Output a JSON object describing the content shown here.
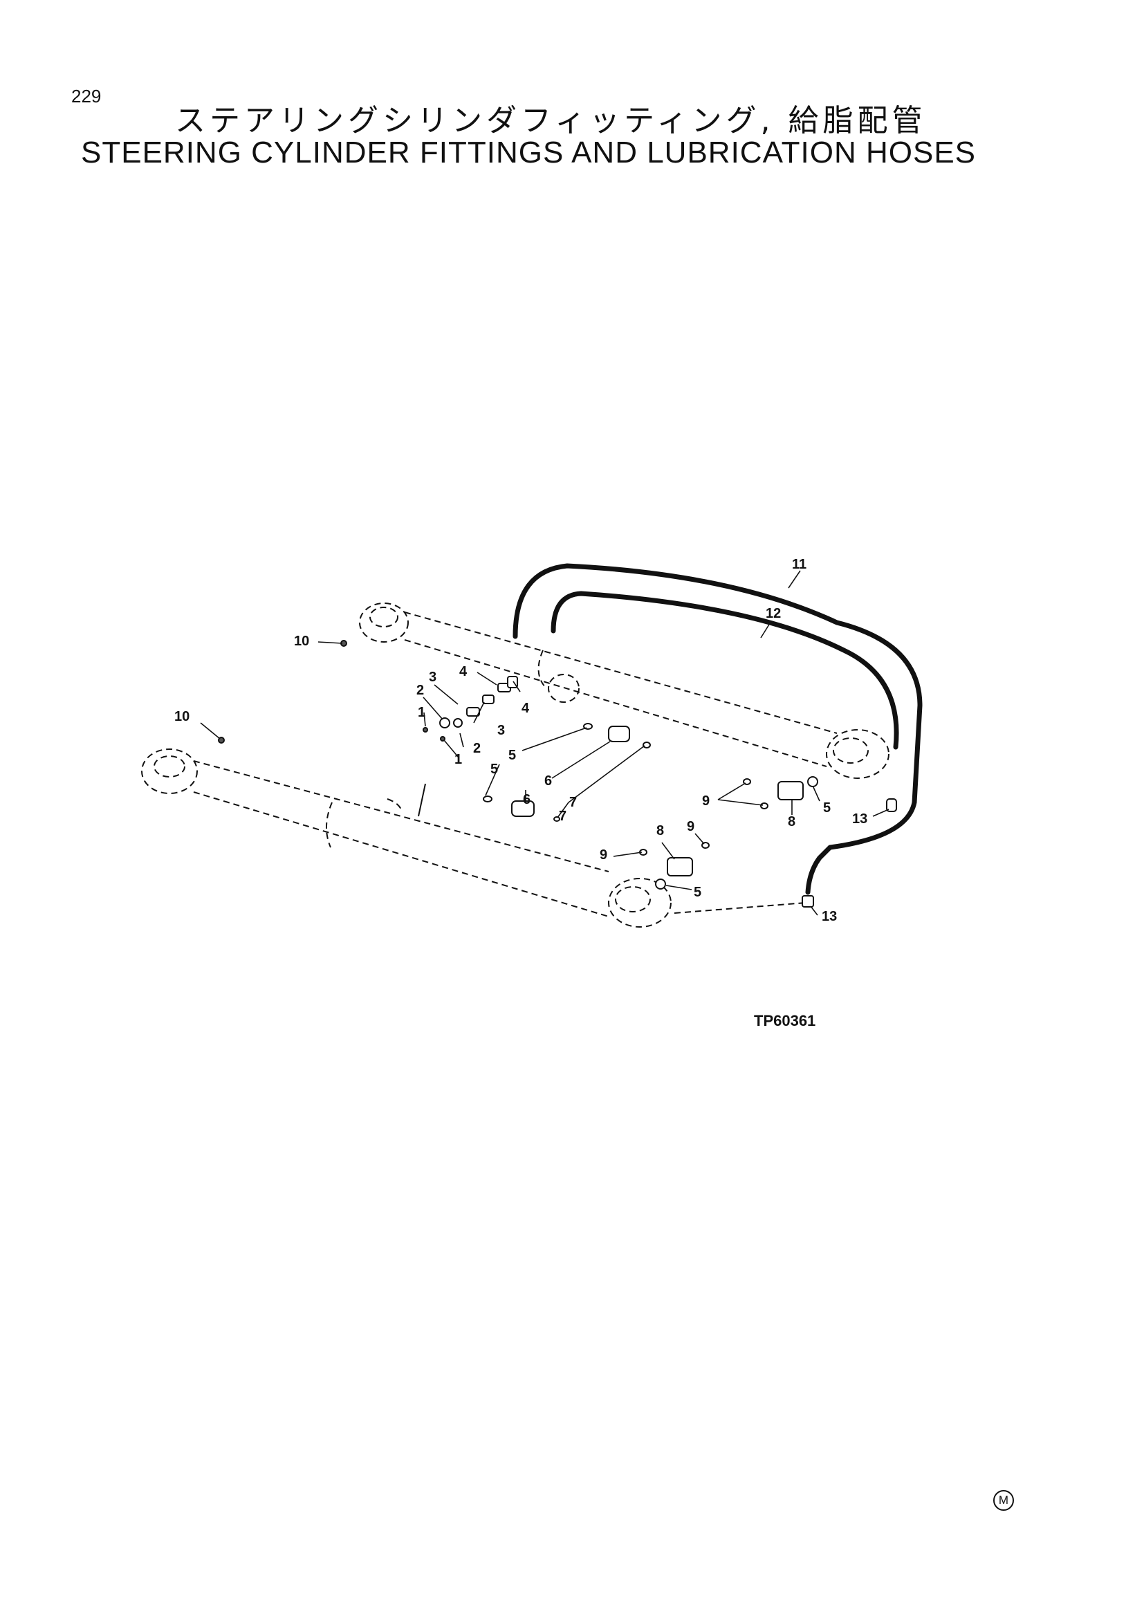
{
  "header": {
    "page_number": "229",
    "title_ja": "ステアリングシリンダフィッティング, 給脂配管",
    "title_en": "STEERING CYLINDER FITTINGS AND LUBRICATION HOSES"
  },
  "callouts": [
    "1",
    "1",
    "2",
    "2",
    "3",
    "3",
    "4",
    "4",
    "5",
    "5",
    "5",
    "5",
    "6",
    "6",
    "7",
    "7",
    "8",
    "8",
    "9",
    "9",
    "9",
    "10",
    "10",
    "11",
    "12",
    "13",
    "13"
  ],
  "figure_code": "TP60361",
  "mark": "M"
}
